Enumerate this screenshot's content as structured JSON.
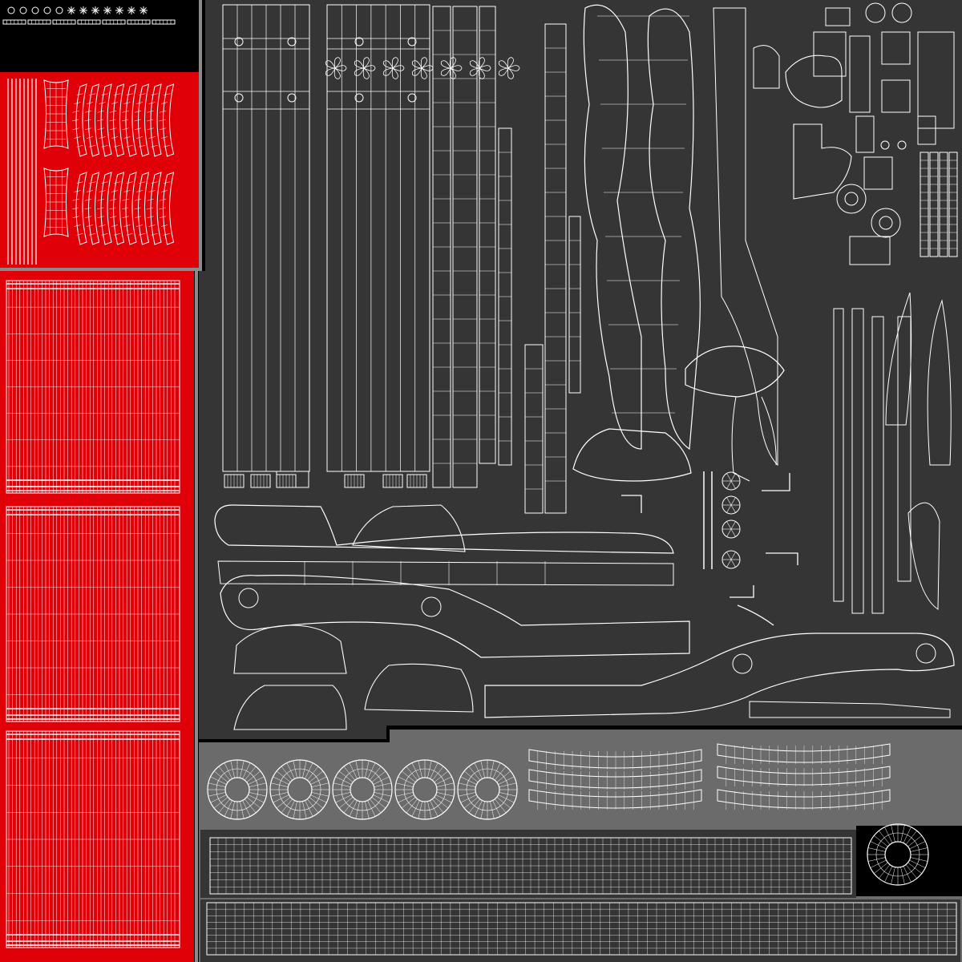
{
  "colors": {
    "background": "#000000",
    "red_panel": "#e00008",
    "dark_panel": "#353535",
    "mid_grey_panel": "#6b6b6b",
    "divider": "#8a8a8a",
    "wire": "#ffffff"
  },
  "regions": [
    "legend-strip",
    "red-arch-panel",
    "red-grid-panel",
    "dark-uv-panel",
    "grey-wheel-panel"
  ]
}
